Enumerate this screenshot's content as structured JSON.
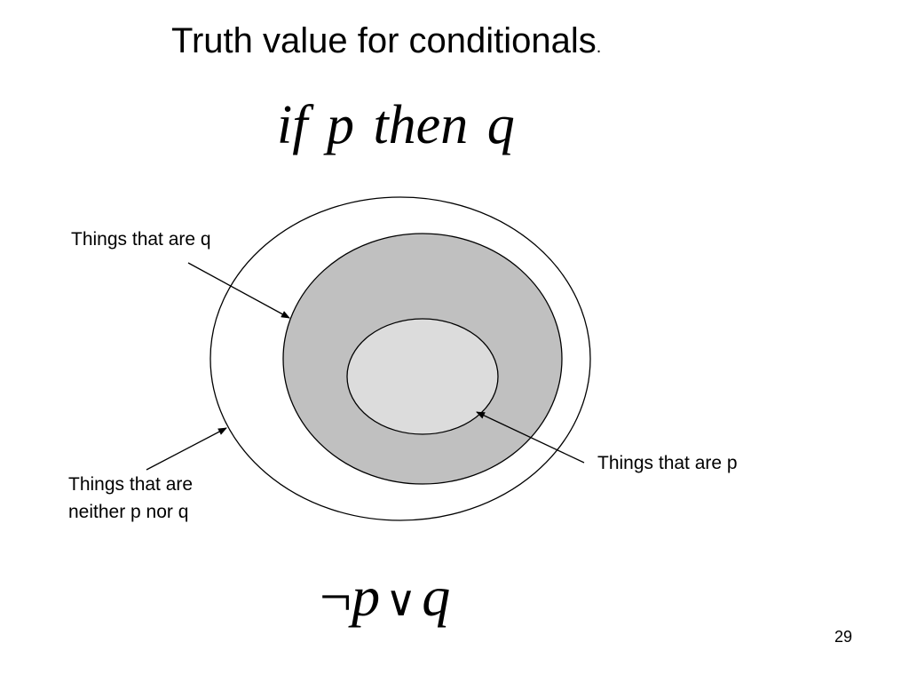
{
  "slide": {
    "title": "Truth value for conditionals",
    "title_suffix": ".",
    "formula_top": "if  p  then  q",
    "formula_bottom": {
      "not_symbol": "¬",
      "p": "p",
      "or_symbol": "∨",
      "q": "q"
    },
    "page_number": "29"
  },
  "diagram": {
    "labels": {
      "q": "Things that are q",
      "p": "Things that are p",
      "neither_line1": "Things that are",
      "neither_line2": "neither p nor q"
    },
    "colors": {
      "outer_fill": "#ffffff",
      "q_fill": "#c0c0c0",
      "p_fill": "#dcdcdc",
      "stroke": "#000000"
    }
  }
}
